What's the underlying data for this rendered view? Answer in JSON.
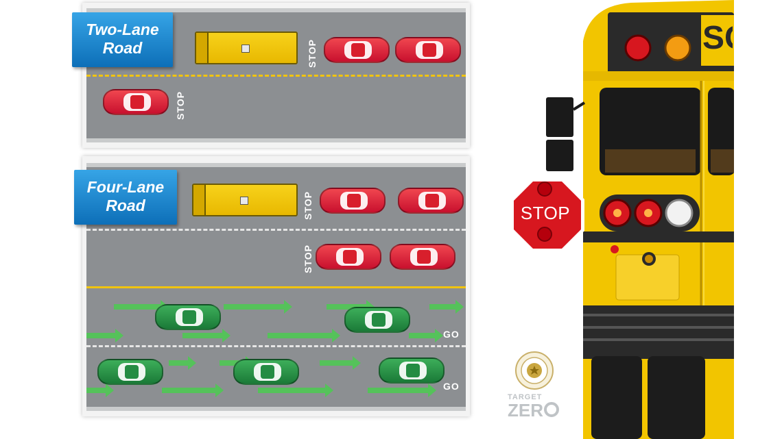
{
  "two_lane": {
    "title_line1": "Two-Lane",
    "title_line2": "Road",
    "stop_label": "STOP"
  },
  "four_lane": {
    "title_line1": "Four-Lane",
    "title_line2": "Road",
    "stop_label": "STOP",
    "go_label": "GO"
  },
  "bus_rear": {
    "sign_text": "STOP",
    "partial_lettering": "SC"
  },
  "logo": {
    "line1": "TARGET",
    "line2": "ZER"
  },
  "colors": {
    "stop_car": "#c8102e",
    "go_car": "#1b7a38",
    "bus_yellow": "#f2c500",
    "badge_blue": "#0d6fb8",
    "sign_red": "#d7171f"
  }
}
